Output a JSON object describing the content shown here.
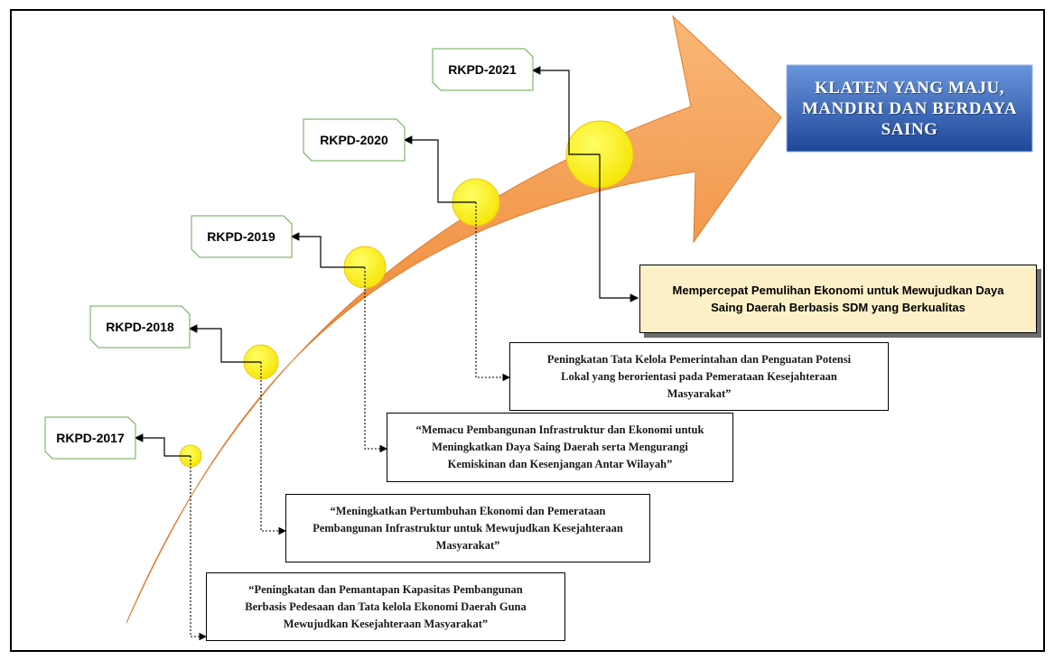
{
  "goal": {
    "lines": [
      "KLATEN YANG MAJU,",
      "MANDIRI DAN BERDAYA",
      "SAING"
    ]
  },
  "milestones": [
    {
      "label": "RKPD-2017",
      "theme": [
        "“Peningkatan dan Pemantapan Kapasitas Pembangunan",
        "Berbasis Pedesaan dan Tata kelola Ekonomi Daerah Guna",
        "Mewujudkan Kesejahteraan Masyarakat”"
      ]
    },
    {
      "label": "RKPD-2018",
      "theme": [
        "“Meningkatkan Pertumbuhan Ekonomi dan Pemerataan",
        "Pembangunan Infrastruktur untuk Mewujudkan Kesejahteraan",
        "Masyarakat”"
      ]
    },
    {
      "label": "RKPD-2019",
      "theme": [
        "“Memacu Pembangunan Infrastruktur dan Ekonomi untuk",
        "Meningkatkan Daya Saing Daerah serta Mengurangi",
        "Kemiskinan dan Kesenjangan Antar Wilayah”"
      ]
    },
    {
      "label": "RKPD-2020",
      "theme": [
        "Peningkatan Tata Kelola Pemerintahan dan Penguatan Potensi",
        "Lokal yang berorientasi pada Pemerataan Kesejahteraan",
        "Masyarakat”"
      ]
    },
    {
      "label": "RKPD-2021",
      "theme": [
        "Mempercepat Pemulihan Ekonomi untuk Mewujudkan Daya",
        "Saing Daerah Berbasis SDM yang Berkualitas"
      ]
    }
  ],
  "colors": {
    "arrow_light": "#f7a861",
    "arrow_dark": "#d2611a",
    "circle_fill": "#fff200",
    "goal_top": "#5b86d1",
    "goal_bottom": "#1f4a9c",
    "tag_border": "#6aa84f",
    "main_theme_bg": "#fdf0c8"
  }
}
